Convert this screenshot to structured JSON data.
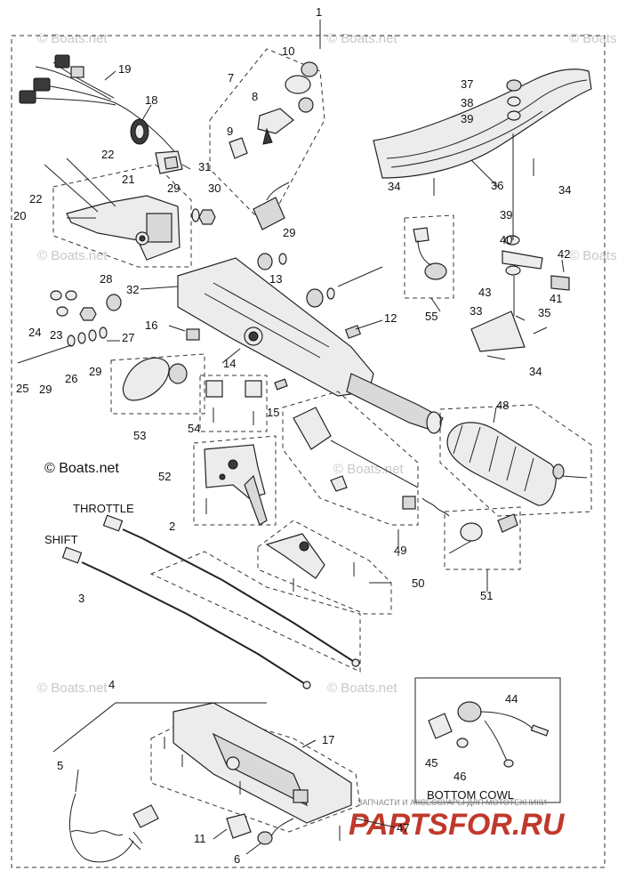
{
  "watermarks": [
    "© Boats.net",
    "© Boats.net",
    "© Boats.net",
    "© Boats.net",
    "© Boats.net",
    "© Boats.net",
    "© Boats.net",
    "© Boats.net"
  ],
  "copyright": "© Boats.net",
  "captions": {
    "throttle": "THROTTLE",
    "shift": "SHIFT",
    "bottom_cowl": "BOTTOM COWL"
  },
  "footer": {
    "tagline": "ЗАПЧАСТИ И АКСЕССУАРЫ ДЛЯ МОТОТЕХНИКИ",
    "brand": "PARTSFOR.RU",
    "brand_color": "#c0392b"
  },
  "callouts": [
    "1",
    "19",
    "10",
    "7",
    "8",
    "9",
    "18",
    "22",
    "22",
    "21",
    "31",
    "29",
    "30",
    "20",
    "28",
    "29",
    "13",
    "32",
    "24",
    "23",
    "27",
    "16",
    "12",
    "14",
    "25",
    "29",
    "26",
    "29",
    "53",
    "54",
    "15",
    "52",
    "2",
    "3",
    "4",
    "5",
    "17",
    "11",
    "6",
    "47",
    "37",
    "38",
    "39",
    "36",
    "34",
    "34",
    "39",
    "40",
    "42",
    "43",
    "41",
    "33",
    "35",
    "34",
    "55",
    "48",
    "49",
    "51",
    "50",
    "44",
    "45",
    "46"
  ]
}
